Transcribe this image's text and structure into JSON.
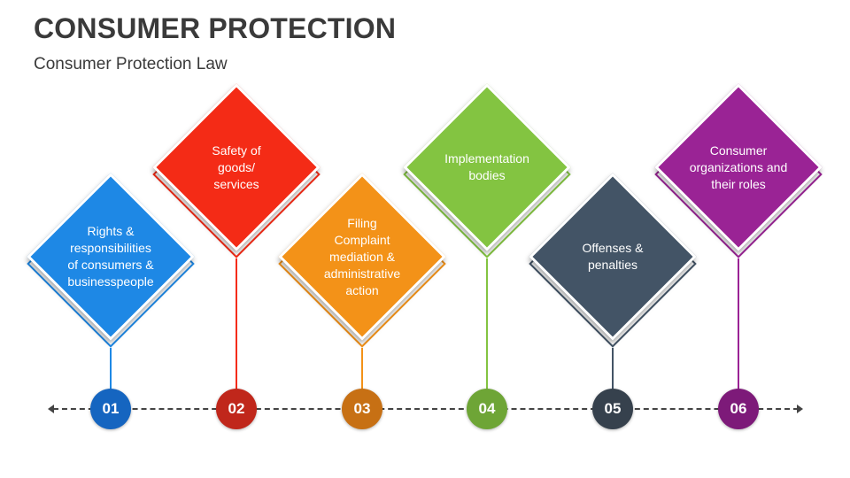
{
  "header": {
    "title": "CONSUMER PROTECTION",
    "subtitle": "Consumer Protection Law"
  },
  "steps": [
    {
      "number": "01",
      "lines": [
        "Rights &",
        "responsibilities",
        "of consumers &",
        "businesspeople"
      ],
      "color": "#1e88e5",
      "circle_color": "#1565c0"
    },
    {
      "number": "02",
      "lines": [
        "Safety of",
        "goods/",
        "services"
      ],
      "color": "#f42b16",
      "circle_color": "#c0271b"
    },
    {
      "number": "03",
      "lines": [
        "Filing",
        "Complaint",
        "mediation &",
        "administrative",
        "action"
      ],
      "color": "#f39218",
      "circle_color": "#c77014"
    },
    {
      "number": "04",
      "lines": [
        "Implementation",
        "bodies"
      ],
      "color": "#83c441",
      "circle_color": "#6ea536"
    },
    {
      "number": "05",
      "lines": [
        "Offenses &",
        "penalties"
      ],
      "color": "#435466",
      "circle_color": "#36414d"
    },
    {
      "number": "06",
      "lines": [
        "Consumer",
        "organizations and",
        "their roles"
      ],
      "color": "#9a2395",
      "circle_color": "#7d1a79"
    }
  ]
}
